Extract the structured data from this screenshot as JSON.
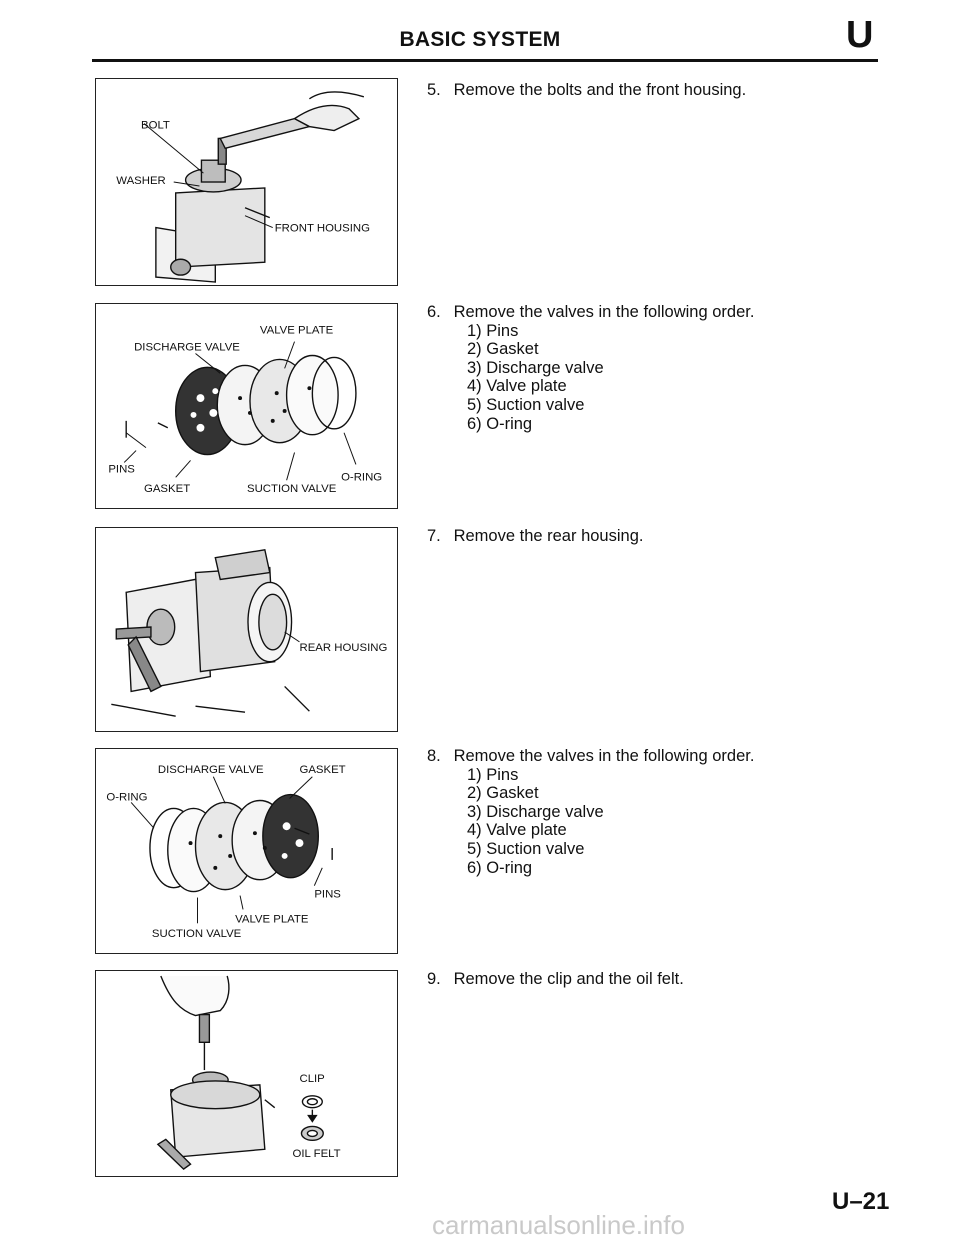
{
  "header": {
    "title": "BASIC SYSTEM",
    "section_letter": "U"
  },
  "figures": [
    {
      "labels": {
        "bolt": "BOLT",
        "washer": "WASHER",
        "front_housing": "FRONT HOUSING"
      }
    },
    {
      "labels": {
        "valve_plate": "VALVE PLATE",
        "discharge_valve": "DISCHARGE VALVE",
        "pins": "PINS",
        "o_ring": "O-RING",
        "gasket": "GASKET",
        "suction_valve": "SUCTION VALVE"
      }
    },
    {
      "labels": {
        "rear_housing": "REAR HOUSING"
      }
    },
    {
      "labels": {
        "discharge_valve": "DISCHARGE VALVE",
        "gasket": "GASKET",
        "o_ring": "O-RING",
        "pins": "PINS",
        "valve_plate": "VALVE PLATE",
        "suction_valve": "SUCTION VALVE"
      }
    },
    {
      "labels": {
        "clip": "CLIP",
        "oil_felt": "OIL FELT"
      }
    }
  ],
  "steps": [
    {
      "number": "5.",
      "text": "Remove the bolts and the front housing.",
      "substeps": []
    },
    {
      "number": "6.",
      "text": "Remove the valves in the following order.",
      "substeps": [
        "1) Pins",
        "2) Gasket",
        "3) Discharge valve",
        "4) Valve plate",
        "5) Suction valve",
        "6) O-ring"
      ]
    },
    {
      "number": "7.",
      "text": "Remove the rear housing.",
      "substeps": []
    },
    {
      "number": "8.",
      "text": "Remove the valves in the following order.",
      "substeps": [
        "1) Pins",
        "2) Gasket",
        "3) Discharge valve",
        "4) Valve plate",
        "5) Suction valve",
        "6) O-ring"
      ]
    },
    {
      "number": "9.",
      "text": "Remove the clip and the oil felt.",
      "substeps": []
    }
  ],
  "footer": {
    "page_number": "U–21",
    "watermark": "carmanualsonline.info"
  }
}
